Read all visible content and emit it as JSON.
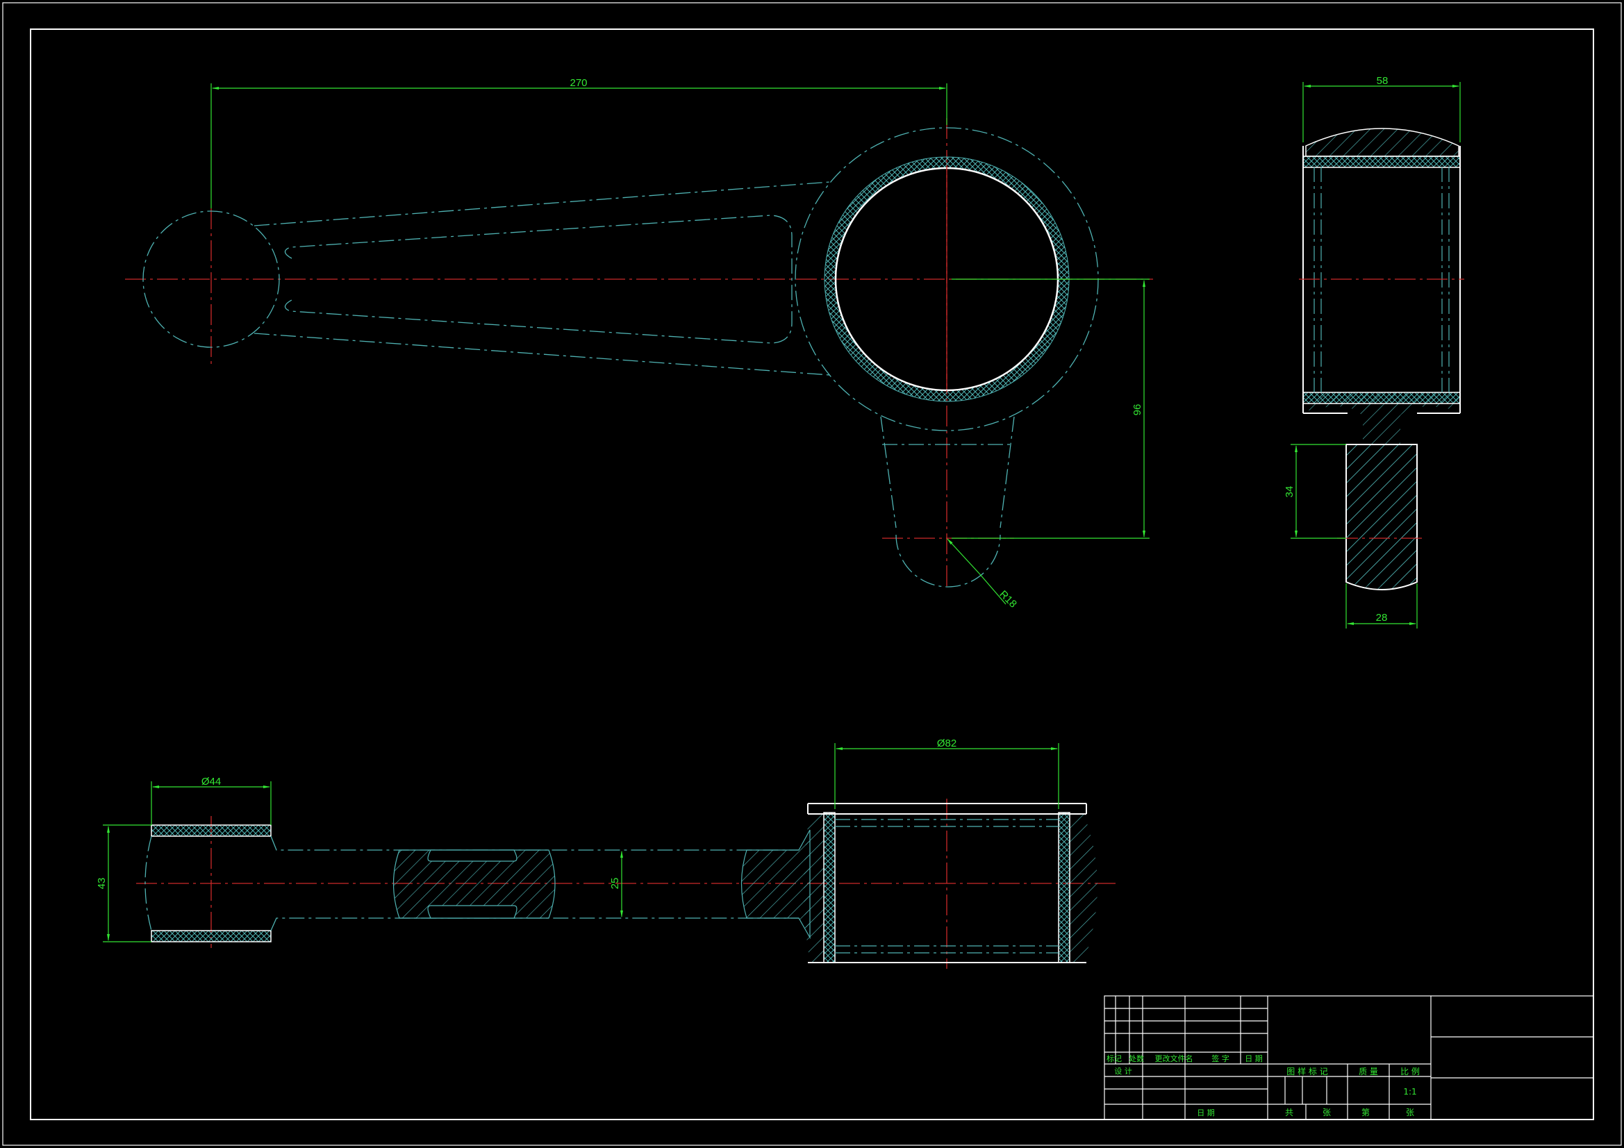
{
  "colors": {
    "background": "#000000",
    "frame": "#ffffff",
    "outline": "#ffffff",
    "hidden": "#4fb3b3",
    "center": "#cc2a2a",
    "dimension": "#33e633",
    "hatch": "#4fb3b3"
  },
  "dimensions": {
    "d270": "270",
    "d58": "58",
    "d96": "96",
    "d34": "34",
    "d28": "28",
    "r18": "R18",
    "dia82": "Ø82",
    "dia44": "Ø44",
    "d43": "43",
    "d25": "25"
  },
  "title_block": {
    "rev_headers": [
      "标记",
      "处数",
      "更改文件名",
      "签 字",
      "日 期"
    ],
    "design": "设 计",
    "date": "日 期",
    "stage_mark": "图 样 标 记",
    "weight": "质 量",
    "scale_label": "比 例",
    "scale_value": "1:1",
    "total_label": "共",
    "sheet_unit": "张",
    "sheet_label": "第",
    "sheet_unit2": "张"
  }
}
